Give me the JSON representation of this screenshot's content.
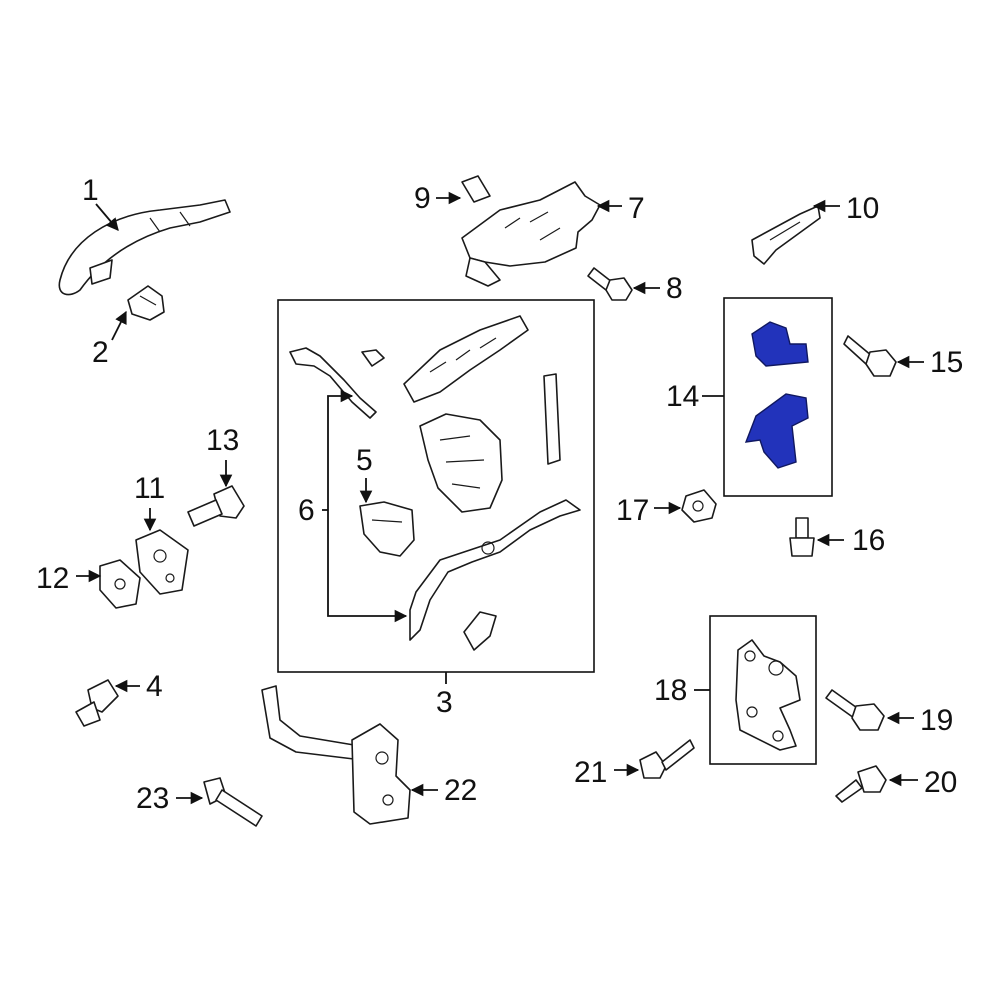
{
  "callouts": {
    "c1": "1",
    "c2": "2",
    "c3": "3",
    "c4": "4",
    "c5": "5",
    "c6": "6",
    "c7": "7",
    "c8": "8",
    "c9": "9",
    "c10": "10",
    "c11": "11",
    "c12": "12",
    "c13": "13",
    "c14": "14",
    "c15": "15",
    "c16": "16",
    "c17": "17",
    "c18": "18",
    "c19": "19",
    "c20": "20",
    "c21": "21",
    "c22": "22",
    "c23": "23"
  },
  "colors": {
    "highlight": "#2233bb",
    "line": "#1a1a1a",
    "background": "#ffffff"
  }
}
